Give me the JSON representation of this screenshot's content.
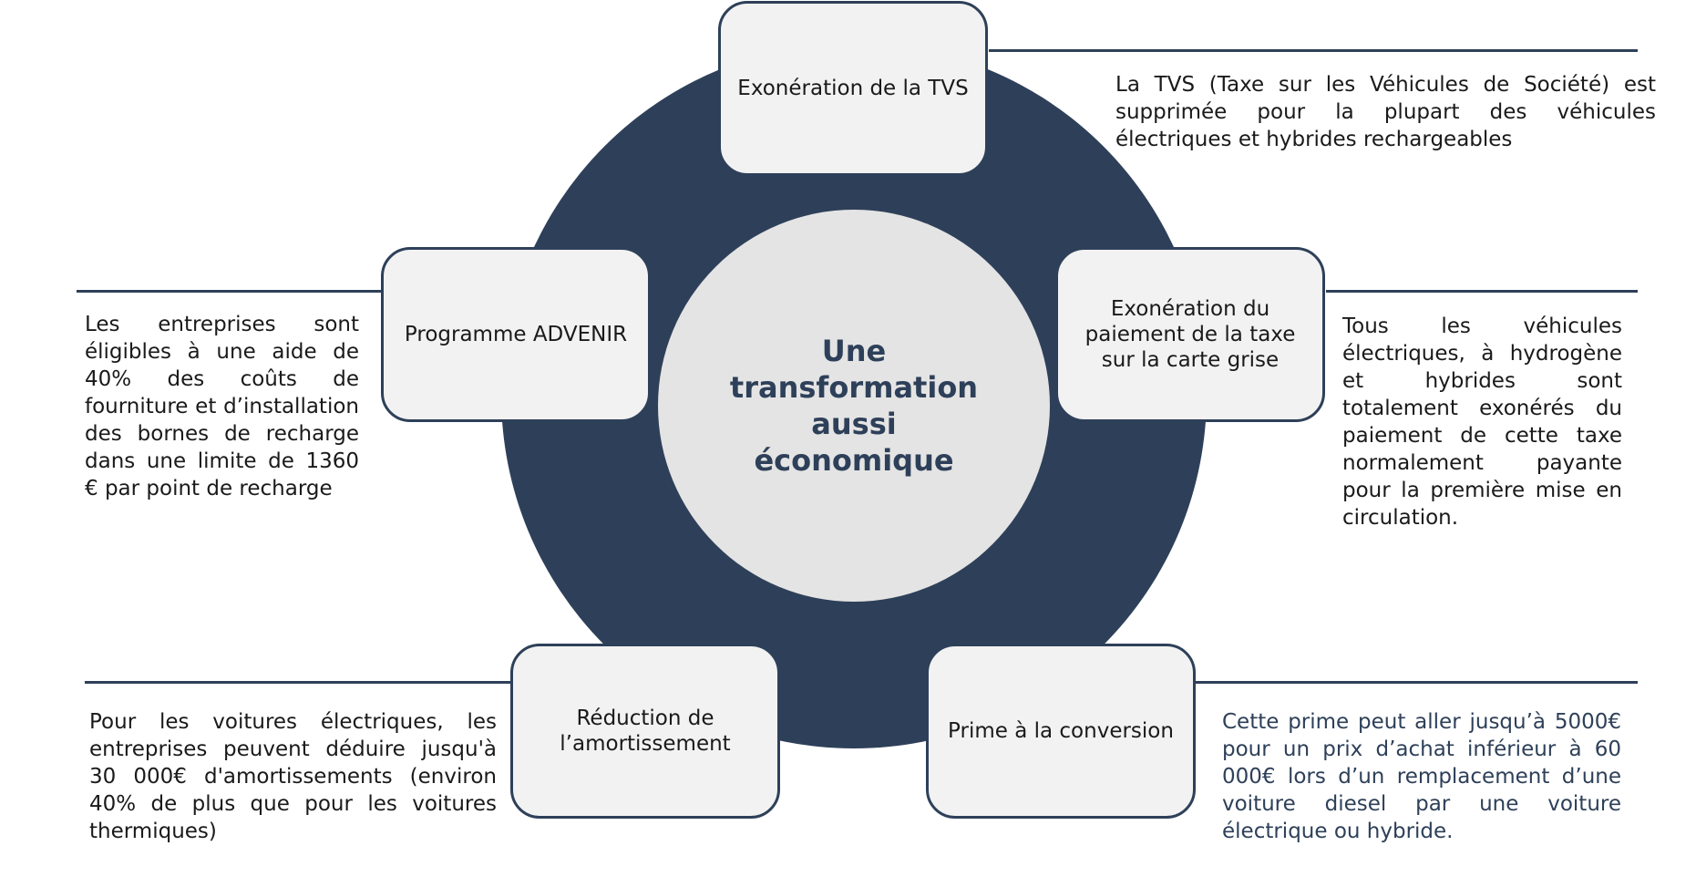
{
  "center": {
    "title": "Une transformation aussi économique"
  },
  "colors": {
    "ring": "#2e4059",
    "hub": "#e4e4e4",
    "node_fill": "#f2f2f2",
    "accent_text": "#2e4059"
  },
  "items": [
    {
      "label": "Exonération de la TVS",
      "description": "La TVS (Taxe sur les Véhicules de Société) est supprimée pour la plupart des véhicules électriques et hybrides rechargeables"
    },
    {
      "label": "Exonération du paiement de la taxe sur la carte grise",
      "description": "Tous les véhicules électriques, à hydrogène et hybrides sont totalement exonérés du paiement de cette taxe normalement payante pour la première mise en circulation."
    },
    {
      "label": "Prime à la conversion",
      "description": "Cette prime peut aller jusqu’à 5000€ pour un prix d’achat inférieur à 60 000€ lors d’un remplacement d’une voiture diesel par une voiture électrique ou hybride."
    },
    {
      "label": "Réduction de l’amortissement",
      "description": "Pour les voitures électriques, les entreprises peuvent déduire jusqu'à 30 000€ d'amortissements (environ 40% de plus que pour les voitures thermiques)"
    },
    {
      "label": "Programme ADVENIR",
      "description": "Les entreprises sont éligibles à une aide de 40% des coûts de fourniture et d’installation des bornes de recharge dans une limite de 1360 € par point de recharge"
    }
  ]
}
